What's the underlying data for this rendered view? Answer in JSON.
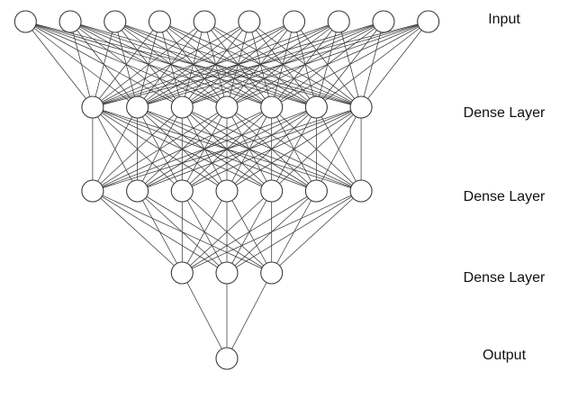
{
  "layers": [
    {
      "label": "Input",
      "nodes": 10
    },
    {
      "label": "Dense Layer",
      "nodes": 7
    },
    {
      "label": "Dense Layer",
      "nodes": 7
    },
    {
      "label": "Dense Layer",
      "nodes": 3
    },
    {
      "label": "Output",
      "nodes": 1
    }
  ],
  "colors": {
    "stroke": "#3a3a3a",
    "node_fill": "#ffffff",
    "text": "#111111"
  }
}
